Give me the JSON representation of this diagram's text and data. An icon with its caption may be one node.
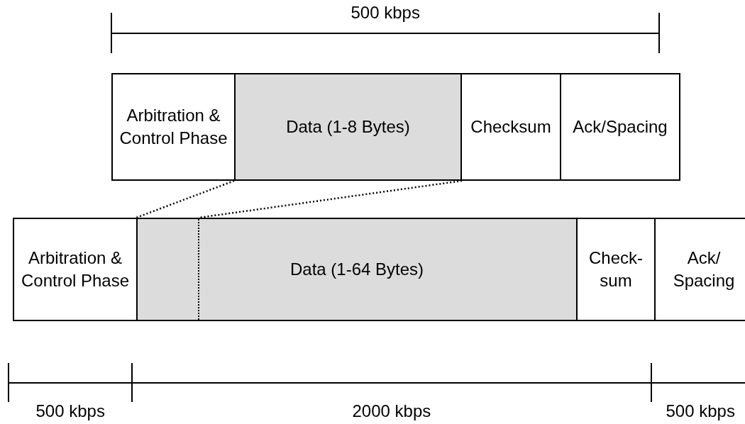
{
  "diagram": {
    "nodes": [
      {
        "text": [
          "Arbitration & Control Phase"
        ]
      },
      {
        "text": [
          "Data (1-8 Bytes)"
        ]
      },
      {
        "text": [
          "Checksum"
        ]
      },
      {
        "text": [
          "Ack/Spacing"
        ]
      },
      {
        "text": [
          "Arbitration & Control Phase"
        ]
      },
      {
        "text": [
          "Data (1-64 Bytes)"
        ]
      },
      {
        "text": [
          "Check- sum"
        ]
      },
      {
        "text": [
          "Ack/ Spacing"
        ]
      }
    ],
    "edges": [
      {
        "from": 1,
        "to": 5,
        "arrow": "none",
        "style": "dashed"
      },
      {
        "from": 1,
        "to": 5,
        "arrow": "none",
        "style": "dashed"
      }
    ],
    "labels": [
      "500 kbps",
      "500 kbps",
      "2000 kbps",
      "500 kbps"
    ]
  }
}
